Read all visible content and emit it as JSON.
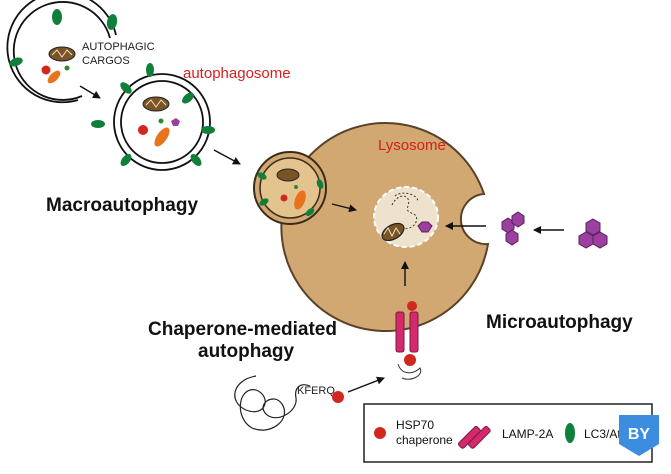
{
  "labels": {
    "cargo_line1": "AUTOPHAGIC",
    "cargo_line2": "CARGOS",
    "autophagosome": "autophagosome",
    "lysosome": "Lysosome",
    "macroautophagy": "Macroautophagy",
    "cma_line1": "Chaperone-mediated",
    "cma_line2": "autophagy",
    "microautophagy": "Microautophagy",
    "motif": "KFERQ"
  },
  "legend": {
    "hsp70_line1": "HSP70",
    "hsp70_line2": "chaperone",
    "lamp2a": "LAMP-2A",
    "lc3": "LC3/Atg8"
  },
  "badge": "BY",
  "colors": {
    "lysosome": "#d1a772",
    "lysosome_stroke": "#5a4127",
    "lc3": "#0f7f3b",
    "lamp2a": "#d42a6d",
    "hsp70": "#d2271f",
    "micro_cargo": "#9b3fa0",
    "label_red": "#d71f1f",
    "badge": "#3c8de0"
  },
  "icons": [
    "arrow-icon",
    "hsp70-icon",
    "lamp2a-icon",
    "lc3-icon",
    "cc-by-icon"
  ]
}
